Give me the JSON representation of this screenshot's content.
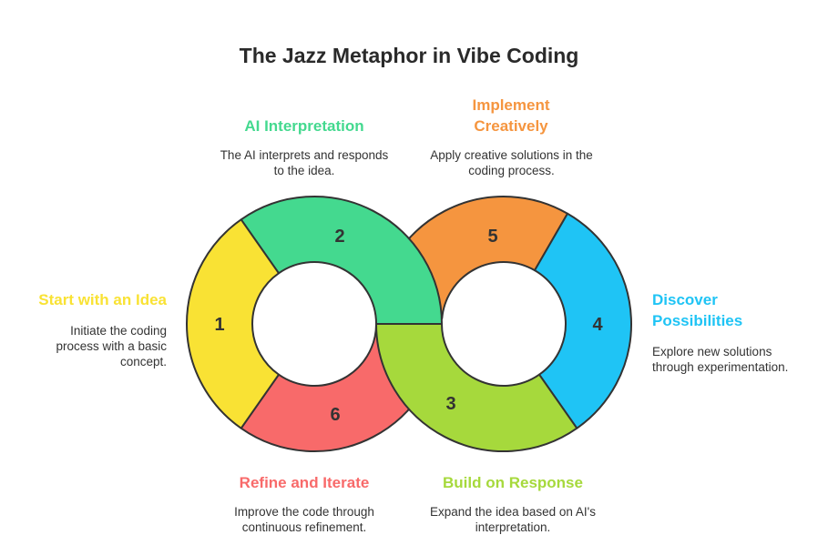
{
  "title": "The Jazz Metaphor in Vibe Coding",
  "steps": [
    {
      "number": "1",
      "title": "Start with an Idea",
      "description": "Initiate the coding process with a basic concept.",
      "color": "#f9e234"
    },
    {
      "number": "2",
      "title": "AI Interpretation",
      "description": "The AI interprets and responds to the idea.",
      "color": "#44d98f"
    },
    {
      "number": "3",
      "title": "Build on Response",
      "description": "Expand the idea based on AI's interpretation.",
      "color": "#a6d93c"
    },
    {
      "number": "4",
      "title": "Discover Possibilities",
      "description": "Explore new solutions through experimentation.",
      "color": "#1fc4f5"
    },
    {
      "number": "5",
      "title": "Implement Creatively",
      "description": "Apply creative solutions in the coding process.",
      "color": "#f5953f"
    },
    {
      "number": "6",
      "title": "Refine and Iterate",
      "description": "Improve the code through continuous refinement.",
      "color": "#f86a6a"
    }
  ]
}
